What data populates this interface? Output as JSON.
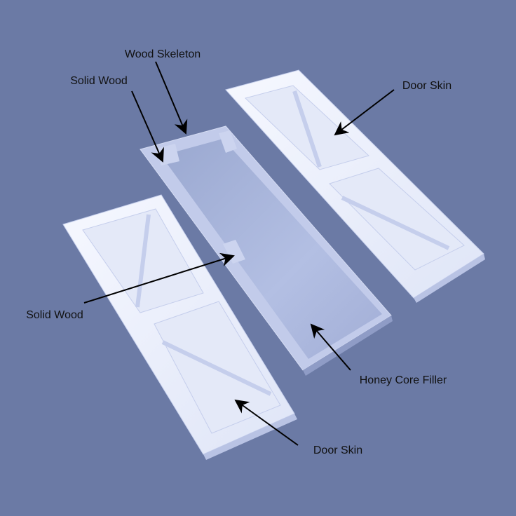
{
  "title": "Door construction exploded view",
  "colors": {
    "background": "#6b7aa5",
    "skin": "#eef1fb",
    "core": "#aab7dc",
    "arrow": "#000000"
  },
  "labels": {
    "wood_skeleton": "Wood Skeleton",
    "solid_wood_top": "Solid Wood",
    "door_skin_top": "Door Skin",
    "solid_wood_left": "Solid Wood",
    "honey_core_filler": "Honey Core Filler",
    "door_skin_bottom": "Door Skin"
  }
}
